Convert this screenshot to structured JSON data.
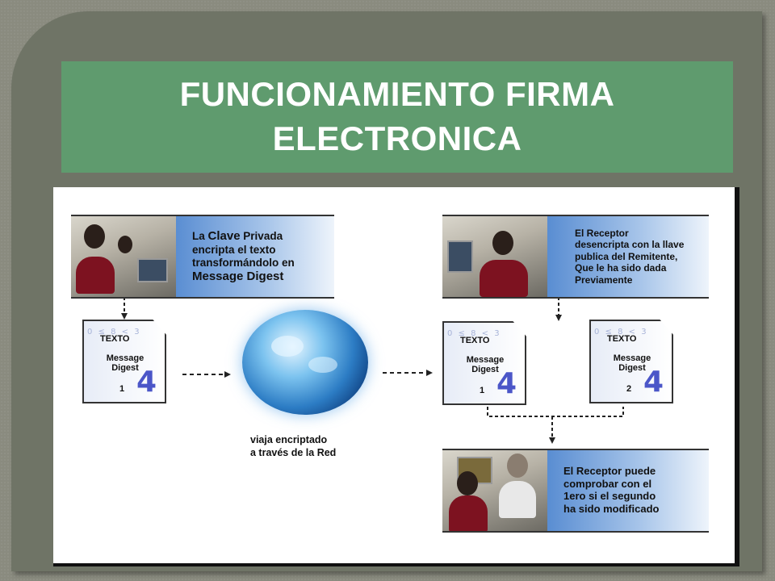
{
  "slide": {
    "title_line1": "FUNCIONAMIENTO FIRMA",
    "title_line2": "ELECTRONICA"
  },
  "diagram": {
    "sender_panel": {
      "line1_a": "La ",
      "line1_b": "Clave",
      "line1_c": " Privada",
      "line2": "encripta el texto",
      "line3": "transformándolo en",
      "line4": "Message Digest"
    },
    "receiver_panel": {
      "line1": "El Receptor",
      "line2": "desencripta con la llave",
      "line3": "publica del Remitente,",
      "line4": "Que le ha sido dada",
      "line5": "Previamente"
    },
    "result_panel": {
      "line1": "El Receptor puede",
      "line2": "comprobar con el",
      "line3": "1ero si el segundo",
      "line4": "ha sido modificado"
    },
    "documents": [
      {
        "label": "TEXTO",
        "digest_line1": "Message",
        "digest_line2": "Digest",
        "number": "1"
      },
      {
        "label": "TEXTO",
        "digest_line1": "Message",
        "digest_line2": "Digest",
        "number": "1"
      },
      {
        "label": "TEXTO",
        "digest_line1": "Message",
        "digest_line2": "Digest",
        "number": "2"
      }
    ],
    "globe_caption_line1": "viaja encriptado",
    "globe_caption_line2": "a través de la Red"
  },
  "colors": {
    "background": "#8a8b7f",
    "frame": "#6f7466",
    "title_band": "#5f9b6e",
    "title_text": "#ffffff",
    "panel_blue": "#4f86cf"
  }
}
